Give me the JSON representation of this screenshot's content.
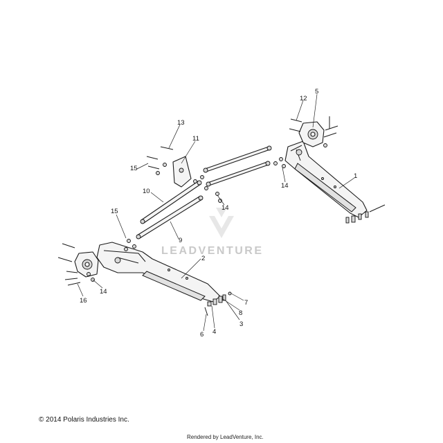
{
  "watermark": {
    "text": "LEADVENTURE"
  },
  "callouts": [
    {
      "id": "1",
      "label": "1"
    },
    {
      "id": "2",
      "label": "2"
    },
    {
      "id": "3",
      "label": "3"
    },
    {
      "id": "4",
      "label": "4"
    },
    {
      "id": "5",
      "label": "5"
    },
    {
      "id": "6",
      "label": "6"
    },
    {
      "id": "7",
      "label": "7"
    },
    {
      "id": "8",
      "label": "8"
    },
    {
      "id": "9",
      "label": "9"
    },
    {
      "id": "10",
      "label": "10"
    },
    {
      "id": "11",
      "label": "11"
    },
    {
      "id": "12",
      "label": "12"
    },
    {
      "id": "13",
      "label": "13"
    },
    {
      "id": "14a",
      "label": "14"
    },
    {
      "id": "14b",
      "label": "14"
    },
    {
      "id": "14c",
      "label": "14"
    },
    {
      "id": "15a",
      "label": "15"
    },
    {
      "id": "15b",
      "label": "15"
    },
    {
      "id": "16",
      "label": "16"
    }
  ],
  "footer": {
    "copyright": "© 2014 Polaris Industries Inc.",
    "rendered_by": "Rendered by LeadVenture, Inc."
  }
}
